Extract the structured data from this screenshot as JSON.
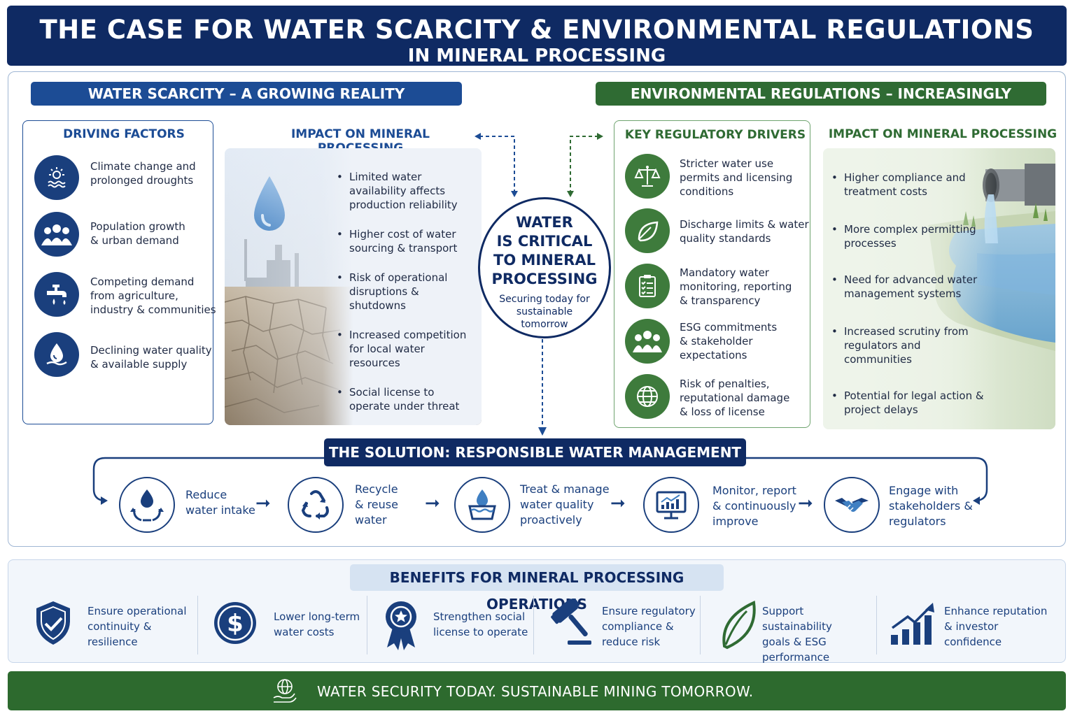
{
  "title": {
    "line1": "THE CASE FOR WATER SCARCITY & ENVIRONMENTAL REGULATIONS",
    "line2": "IN MINERAL PROCESSING"
  },
  "scarcity": {
    "header": "WATER SCARCITY – A GROWING REALITY",
    "driving_title": "DRIVING FACTORS",
    "factors": [
      {
        "icon": "sun-waves-icon",
        "text": "Climate change and\nprolonged droughts"
      },
      {
        "icon": "people-icon",
        "text": "Population growth\n& urban demand"
      },
      {
        "icon": "faucet-icon",
        "text": "Competing demand\nfrom agriculture,\nindustry & communities"
      },
      {
        "icon": "water-drop-hand-icon",
        "text": "Declining water quality\n& available supply"
      }
    ],
    "impact_title": "IMPACT ON MINERAL PROCESSING",
    "impacts": [
      "Limited water availability affects production reliability",
      "Higher cost of water sourcing & transport",
      "Risk of operational disruptions & shutdowns",
      "Increased competition for local water resources",
      "Social license to operate under threat"
    ]
  },
  "center": {
    "headline": "WATER\nIS CRITICAL\nTO MINERAL\nPROCESSING",
    "sub": "Securing today for\nsustainable\ntomorrow"
  },
  "regulations": {
    "header": "ENVIRONMENTAL REGULATIONS – INCREASINGLY STRINGENT",
    "drivers_title": "KEY REGULATORY DRIVERS",
    "drivers": [
      {
        "icon": "scales-icon",
        "text": "Stricter water use\npermits and licensing\nconditions"
      },
      {
        "icon": "leaf-icon",
        "text": "Discharge limits & water\nquality standards"
      },
      {
        "icon": "clipboard-checklist-icon",
        "text": "Mandatory water\nmonitoring, reporting\n& transparency"
      },
      {
        "icon": "stakeholders-icon",
        "text": "ESG commitments\n& stakeholder\nexpectations"
      },
      {
        "icon": "globe-icon",
        "text": "Risk of penalties,\nreputational damage\n& loss of license"
      }
    ],
    "impact_title": "IMPACT ON MINERAL PROCESSING",
    "impacts": [
      "Higher compliance and treatment costs",
      "More complex permitting processes",
      "Need for advanced water management systems",
      "Increased scrutiny from regulators and communities",
      "Potential for legal action & project delays"
    ]
  },
  "solution": {
    "header": "THE SOLUTION: RESPONSIBLE WATER MANAGEMENT",
    "steps": [
      {
        "icon": "drop-recycle-icon",
        "text": "Reduce\nwater intake"
      },
      {
        "icon": "recycle-icon",
        "text": "Recycle\n& reuse\nwater"
      },
      {
        "icon": "water-treatment-icon",
        "text": "Treat & manage\nwater quality\nproactively"
      },
      {
        "icon": "monitor-chart-icon",
        "text": "Monitor, report\n& continuously\nimprove"
      },
      {
        "icon": "handshake-icon",
        "text": "Engage with\nstakeholders &\nregulators"
      }
    ]
  },
  "benefits": {
    "header": "BENEFITS FOR MINERAL PROCESSING OPERATIONS",
    "items": [
      {
        "icon": "shield-check-icon",
        "text": "Ensure operational\ncontinuity &\nresilience"
      },
      {
        "icon": "dollar-coin-icon",
        "text": "Lower long-term\nwater costs"
      },
      {
        "icon": "award-ribbon-icon",
        "text": "Strengthen social\nlicense to operate"
      },
      {
        "icon": "gavel-icon",
        "text": "Ensure regulatory\ncompliance &\nreduce risk"
      },
      {
        "icon": "leaf-outline-icon",
        "text": "Support sustainability\ngoals & ESG\nperformance"
      },
      {
        "icon": "growth-chart-icon",
        "text": "Enhance reputation\n& investor\nconfidence"
      }
    ]
  },
  "footer": {
    "icon": "globe-hand-icon",
    "text": "WATER SECURITY TODAY.  SUSTAINABLE MINING TOMORROW."
  },
  "colors": {
    "navy": "#0f2a63",
    "blue": "#1c4c95",
    "green": "#2f6b33",
    "light_green": "#3e7b3c"
  }
}
